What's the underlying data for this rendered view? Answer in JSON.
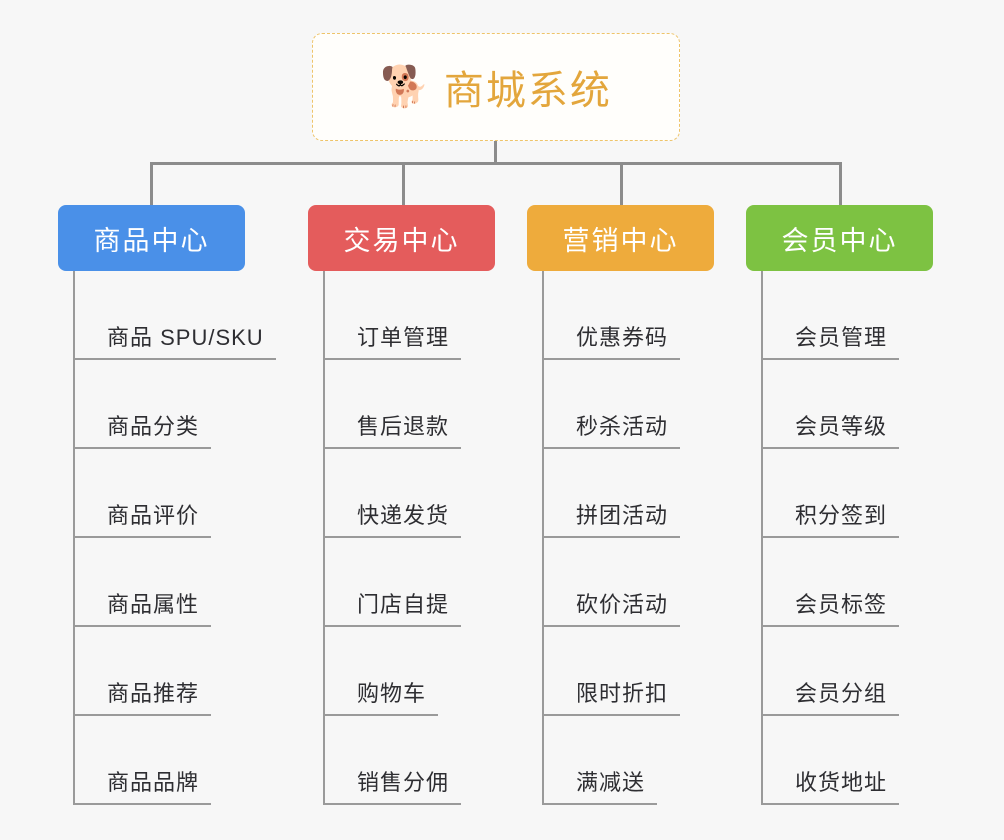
{
  "root": {
    "icon": "shiba-dog-emoji",
    "icon_glyph": "🐕",
    "title": "商城系统"
  },
  "colors": {
    "background": "#f7f7f7",
    "root_border": "#eec46a",
    "root_title": "#e3a63c",
    "connector": "#8c8c8c",
    "leaf_line": "#9a9a9a",
    "leaf_text": "#2e2e32",
    "category_1": "#4a90e8",
    "category_2": "#e45c5c",
    "category_3": "#eeab3c",
    "category_4": "#7dc242"
  },
  "categories": [
    {
      "label": "商品中心",
      "color": "#4a90e8",
      "items": [
        "商品 SPU/SKU",
        "商品分类",
        "商品评价",
        "商品属性",
        "商品推荐",
        "商品品牌"
      ]
    },
    {
      "label": "交易中心",
      "color": "#e45c5c",
      "items": [
        "订单管理",
        "售后退款",
        "快递发货",
        "门店自提",
        "购物车",
        "销售分佣"
      ]
    },
    {
      "label": "营销中心",
      "color": "#eeab3c",
      "items": [
        "优惠券码",
        "秒杀活动",
        "拼团活动",
        "砍价活动",
        "限时折扣",
        "满减送"
      ]
    },
    {
      "label": "会员中心",
      "color": "#7dc242",
      "items": [
        "会员管理",
        "会员等级",
        "积分签到",
        "会员标签",
        "会员分组",
        "收货地址"
      ]
    }
  ]
}
